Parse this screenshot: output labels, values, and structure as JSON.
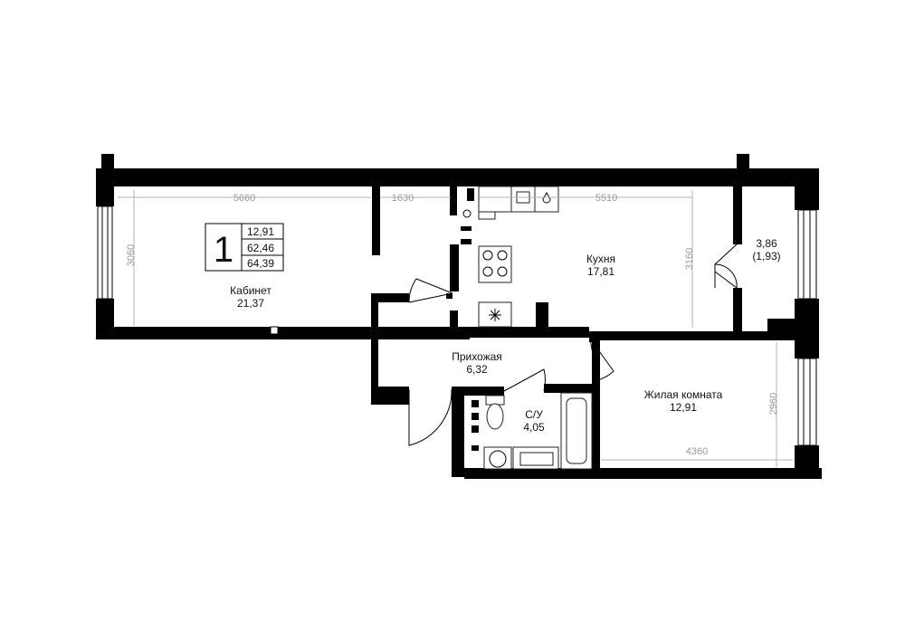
{
  "apartment_badge": {
    "rooms": "1",
    "areas": [
      "12,91",
      "62,46",
      "64,39"
    ]
  },
  "rooms": [
    {
      "key": "cabinet",
      "name": "Кабинет",
      "area": "21,37"
    },
    {
      "key": "kitchen",
      "name": "Кухня",
      "area": "17,81"
    },
    {
      "key": "balcony",
      "name": "3,86",
      "area": "(1,93)"
    },
    {
      "key": "hallway",
      "name": "Прихожая",
      "area": "6,32"
    },
    {
      "key": "bathroom",
      "name": "С/У",
      "area": "4,05"
    },
    {
      "key": "living",
      "name": "Жилая комната",
      "area": "12,91"
    }
  ],
  "dimensions": [
    "5660",
    "1630",
    "5510",
    "3060",
    "3160",
    "2960",
    "4360"
  ],
  "colors": {
    "wall": "#000000",
    "dimension_line": "#b5b5b5",
    "dimension_text": "#9a9a9a"
  }
}
